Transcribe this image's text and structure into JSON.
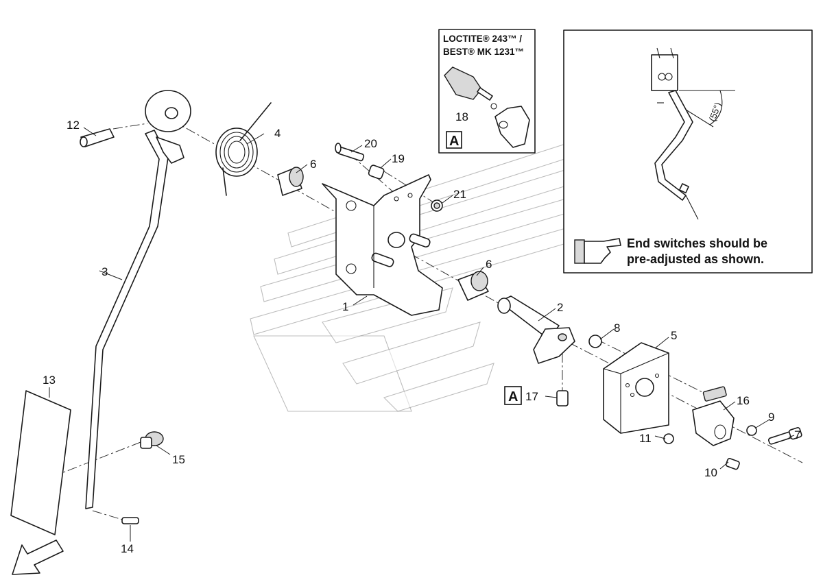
{
  "callouts": {
    "c1": "1",
    "c2": "2",
    "c3": "3",
    "c4": "4",
    "c5": "5",
    "c6a": "6",
    "c6b": "6",
    "c7": "7",
    "c8": "8",
    "c9": "9",
    "c10": "10",
    "c11": "11",
    "c12": "12",
    "c13": "13",
    "c14": "14",
    "c15": "15",
    "c16": "16",
    "c17": "17",
    "c18": "18",
    "c19": "19",
    "c20": "20",
    "c21": "21"
  },
  "adhesive_box": {
    "line1": "LOCTITE® 243™ /",
    "line2": "BEST® MK 1231™",
    "marker": "A"
  },
  "detail_inset": {
    "note_line1": "End switches should be",
    "note_line2": "pre-adjusted as shown.",
    "angle_label": "(55°)"
  },
  "adhesive_marker_17": "A",
  "icons": {
    "pointing_hand": "pointing-hand-icon",
    "direction_arrow": "direction-arrow-icon",
    "adhesive_bottle": "adhesive-bottle-icon"
  }
}
